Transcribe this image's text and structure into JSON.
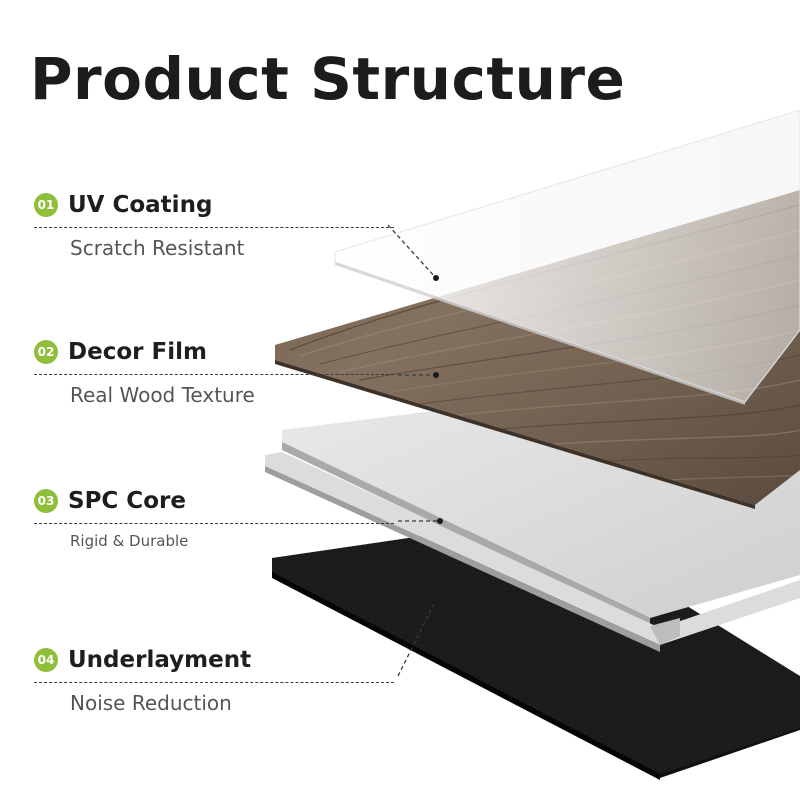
{
  "title": "Product Structure",
  "accent_color": "#8fbf3a",
  "layers": [
    {
      "number": "01",
      "name": "UV Coating",
      "description": "Scratch Resistant",
      "material": "clear-film"
    },
    {
      "number": "02",
      "name": "Decor Film",
      "description": "Real Wood Texture",
      "material": "wood-grain"
    },
    {
      "number": "03",
      "name": "SPC Core",
      "description": "Rigid & Durable",
      "material": "grey-core"
    },
    {
      "number": "04",
      "name": "Underlayment",
      "description": "Noise Reduction",
      "material": "black-foam"
    }
  ]
}
